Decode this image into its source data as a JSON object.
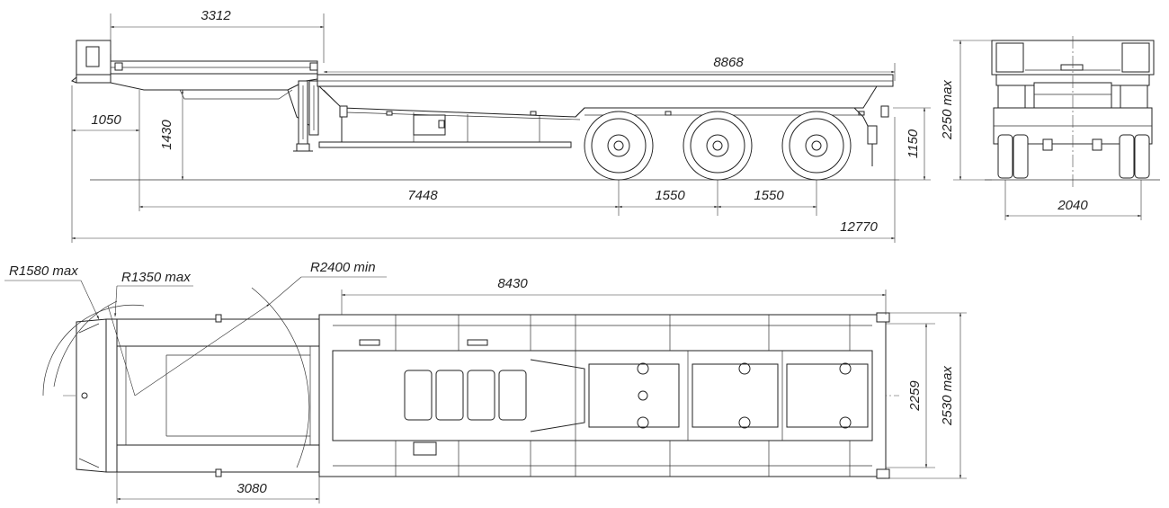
{
  "side_view": {
    "dims": {
      "kingpin_to_deck": "3312",
      "deck_length": "8868",
      "front_overhang": "1050",
      "fifth_wheel_height": "1430",
      "kingpin_to_axle": "7448",
      "axle_spacing_1": "1550",
      "axle_spacing_2": "1550",
      "overall_length": "12770",
      "deck_height": "1150"
    }
  },
  "rear_view": {
    "dims": {
      "overall_height": "2250 max",
      "track_width": "2040"
    }
  },
  "top_view": {
    "dims": {
      "radius_outer": "R1580 max",
      "radius_inner": "R1350 max",
      "radius_min": "R2400 min",
      "frame_length": "8430",
      "gooseneck_length": "3080",
      "inner_width": "2259",
      "overall_width": "2530 max"
    }
  }
}
